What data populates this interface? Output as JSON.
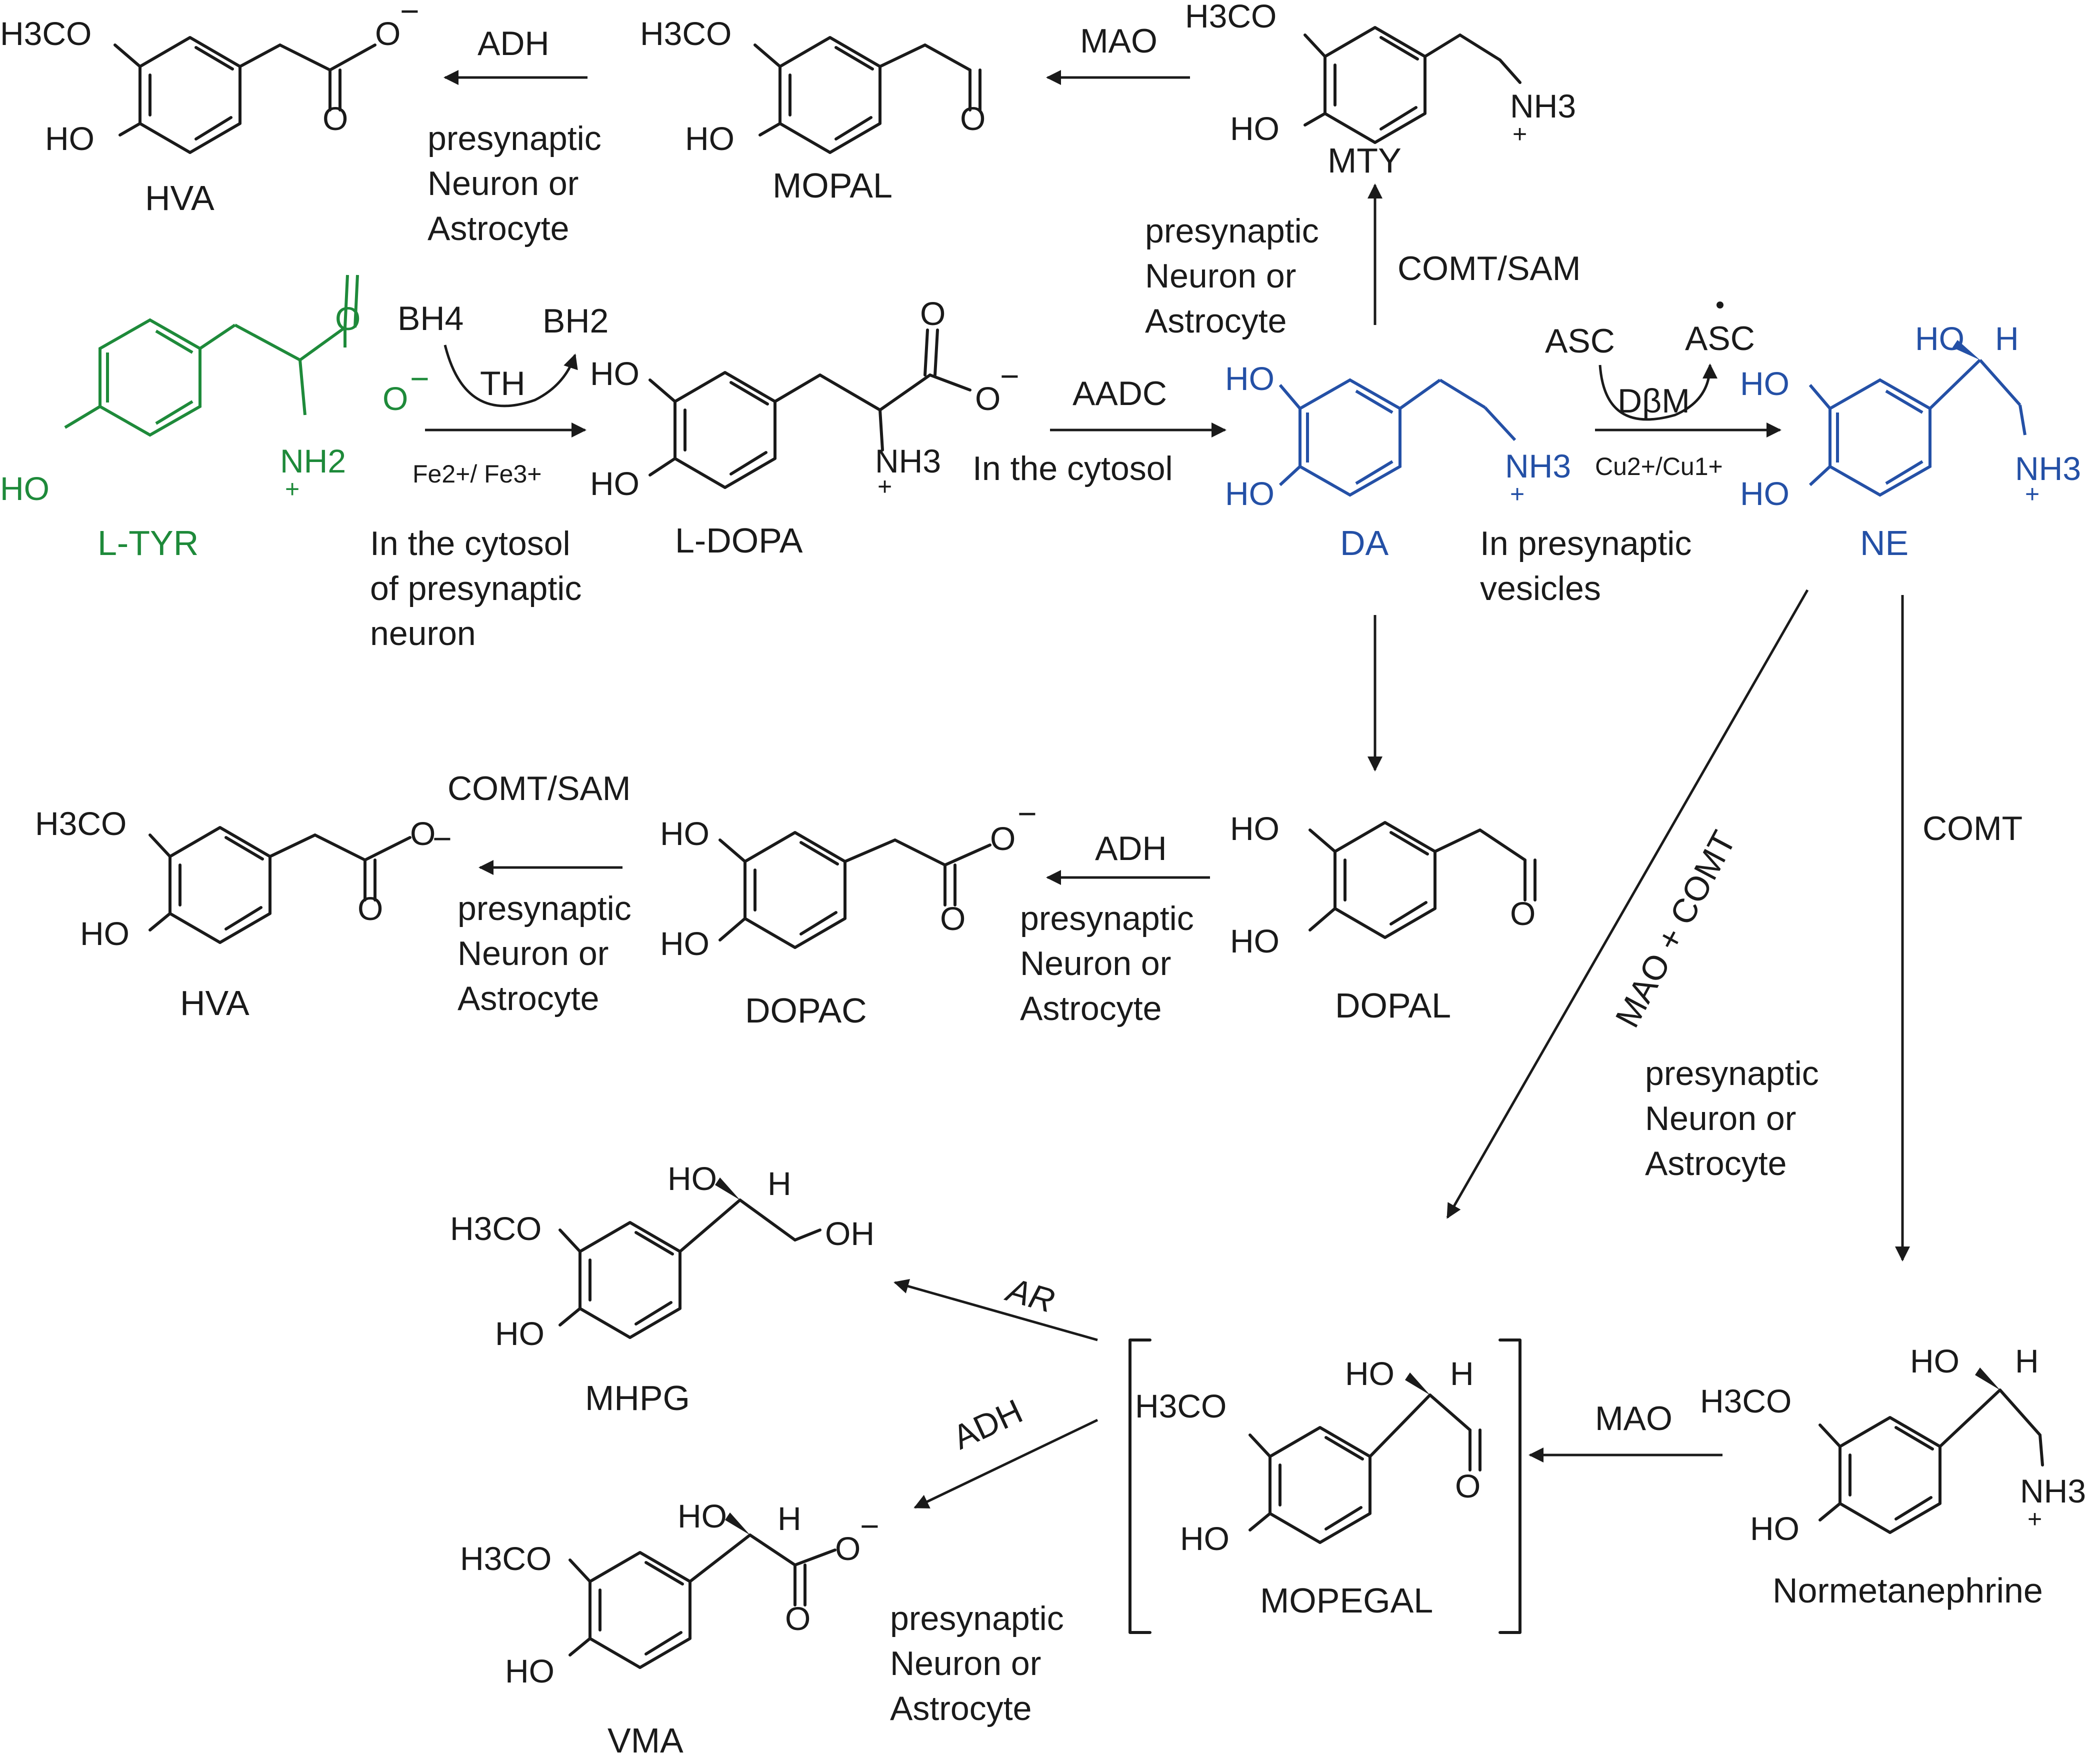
{
  "colors": {
    "ink": "#1a1a1a",
    "green": "#1e8a3a",
    "blue": "#2450a6"
  },
  "compounds": {
    "hva_top": "HVA",
    "mopal": "MOPAL",
    "mty": "MTY",
    "ltyr": "L-TYR",
    "ldopa": "L-DOPA",
    "da": "DA",
    "ne": "NE",
    "hva_mid": "HVA",
    "dopac": "DOPAC",
    "dopal": "DOPAL",
    "mhpg": "MHPG",
    "mopegal": "MOPEGAL",
    "normetanephrine": "Normetanephrine",
    "vma": "VMA"
  },
  "enzymes": {
    "adh": "ADH",
    "mao": "MAO",
    "comt_sam": "COMT/SAM",
    "th": "TH",
    "bh4": "BH4",
    "bh2": "BH2",
    "aadc": "AADC",
    "asc": "ASC",
    "dbm": "DβM",
    "comt": "COMT",
    "mao_comt": "MAO + COMT",
    "ar": "AR",
    "fe": "Fe2+/ Fe3+",
    "cu": "Cu2+/Cu1+"
  },
  "locations": {
    "line1": "presynaptic",
    "line2": "Neuron or",
    "line3": "Astrocyte",
    "cytosol_presyn": [
      "In the cytosol",
      "of presynaptic",
      "neuron"
    ],
    "cytosol": "In the cytosol",
    "vesicles": [
      "In presynaptic",
      "vesicles"
    ]
  },
  "atoms": {
    "ho": "HO",
    "h3co": "H3CO",
    "o": "O",
    "oh": "OH",
    "h": "H",
    "nh2": "NH2",
    "nh3": "NH3",
    "minus": "−",
    "plus": "+"
  }
}
